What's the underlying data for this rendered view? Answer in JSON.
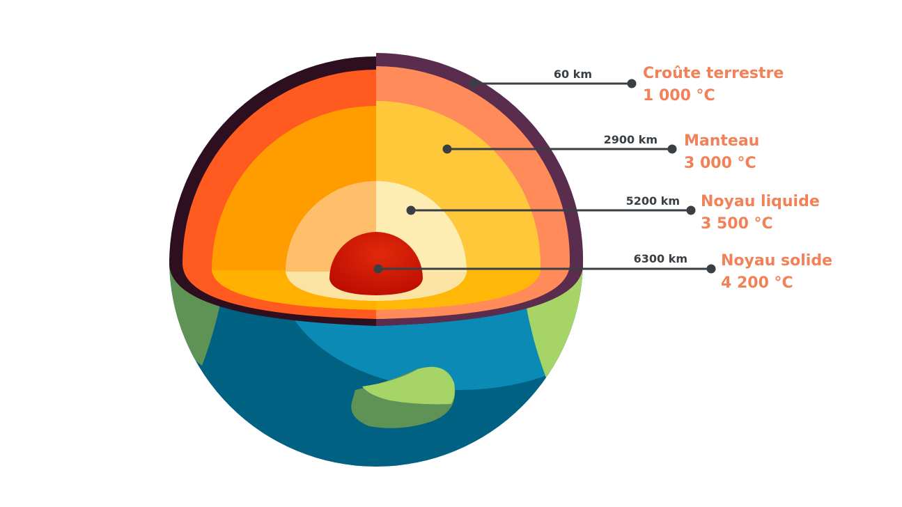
{
  "layers": [
    {
      "key": "crust",
      "depth": "60 km",
      "name": "Croûte terrestre",
      "temperature": "1 000 °C"
    },
    {
      "key": "mantle",
      "depth": "2900 km",
      "name": "Manteau",
      "temperature": "3 000 °C"
    },
    {
      "key": "outer-core",
      "depth": "5200 km",
      "name": "Noyau liquide",
      "temperature": "3 500 °C"
    },
    {
      "key": "inner-core",
      "depth": "6300 km",
      "name": "Noyau solide",
      "temperature": "4 200 °C"
    }
  ],
  "colors": {
    "label_text": "#f28158",
    "depth_text": "#3a3f44",
    "leader_line": "#3a3f44",
    "crust_dark": "#2d0f1f",
    "crust_light": "#5a2d4f",
    "shell_dark": "#ff5a1f",
    "shell_light": "#ff8a5a",
    "mantle_dark": "#ff9d00",
    "mantle_light": "#ffc83a",
    "outer_core_dark": "#ffbf6a",
    "outer_core_light": "#fdedb3",
    "inner_core": "#c80f00",
    "ocean_dark": "#006183",
    "ocean_light": "#0a8ab5",
    "land_dark": "#5f9356",
    "land_light": "#a6d466"
  }
}
